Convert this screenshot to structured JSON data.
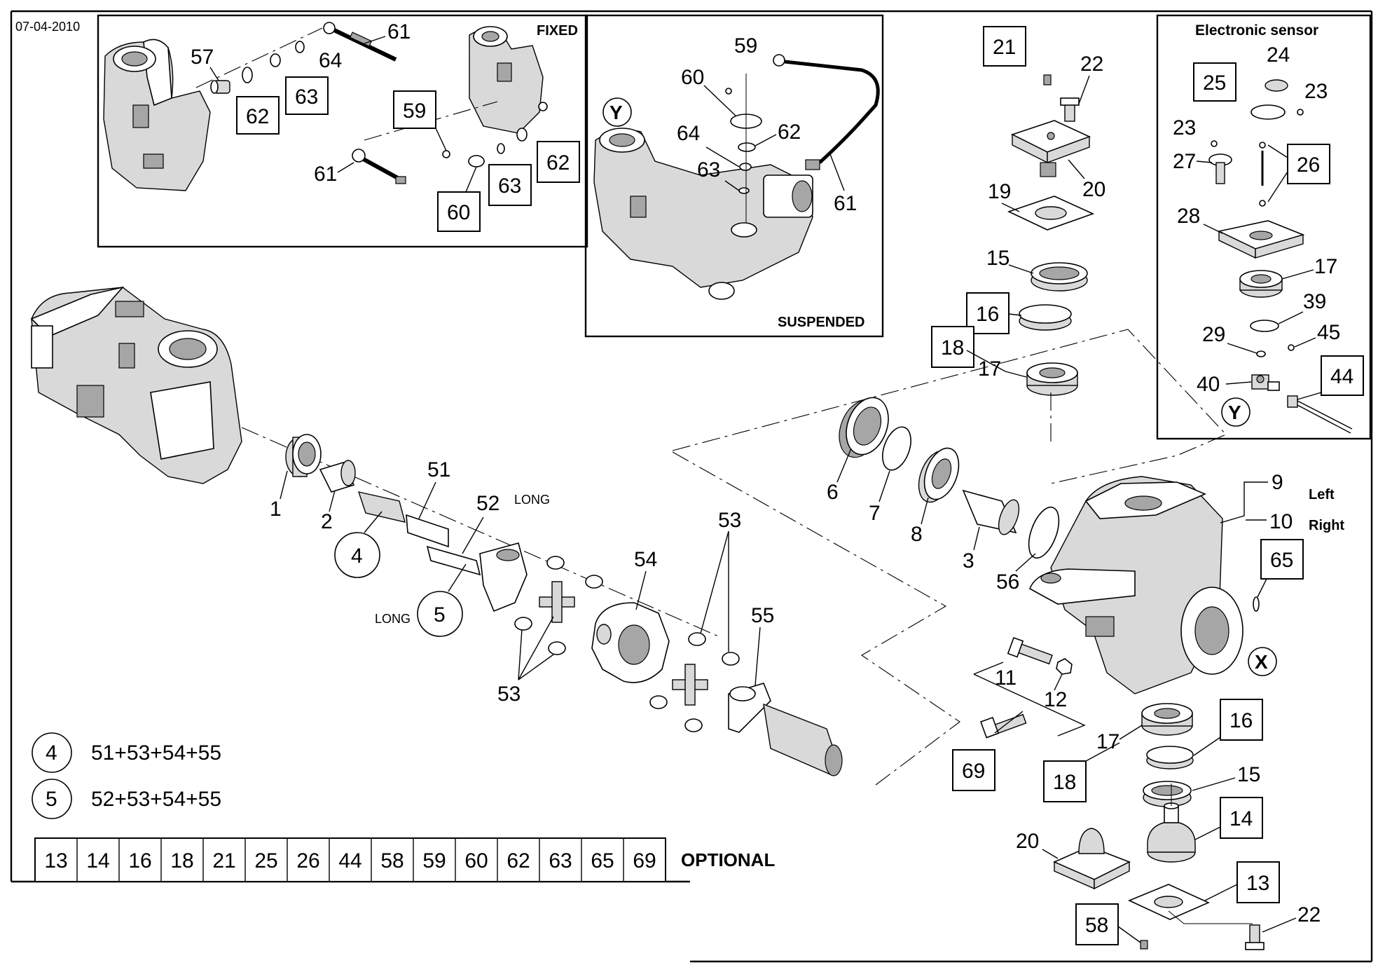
{
  "date": "07-04-2010",
  "panels": {
    "fixed": "FIXED",
    "suspended": "SUSPENDED",
    "electronic_sensor": "Electronic sensor"
  },
  "side": {
    "left": "Left",
    "right": "Right"
  },
  "long": "LONG",
  "view_markers": {
    "x": "X",
    "y": "Y"
  },
  "kits": [
    {
      "id": "4",
      "composition": "51+53+54+55"
    },
    {
      "id": "5",
      "composition": "52+53+54+55"
    }
  ],
  "optional_label": "OPTIONAL",
  "optional_parts": [
    "13",
    "14",
    "16",
    "18",
    "21",
    "25",
    "26",
    "44",
    "58",
    "59",
    "60",
    "62",
    "63",
    "65",
    "69"
  ],
  "callouts": {
    "c57": "57",
    "c61a": "61",
    "c64a": "64",
    "c63a": "63",
    "c62a": "62",
    "c59a": "59",
    "c61b": "61",
    "c60a": "60",
    "c63b": "63",
    "c62b": "62",
    "c59b": "59",
    "c60b": "60",
    "c64b": "64",
    "c62c": "62",
    "c63c": "63",
    "c61c": "61",
    "c21a": "21",
    "c22a": "22",
    "c20a": "20",
    "c19": "19",
    "c15a": "15",
    "c16a": "16",
    "c18a": "18",
    "c17a": "17",
    "c24": "24",
    "c25": "25",
    "c23a": "23",
    "c23b": "23",
    "c27": "27",
    "c26": "26",
    "c28": "28",
    "c17b": "17",
    "c39": "39",
    "c29": "29",
    "c45": "45",
    "c40": "40",
    "c44": "44",
    "c1": "1",
    "c2": "2",
    "c4": "4",
    "c51": "51",
    "c52": "52",
    "c5": "5",
    "c53a": "53",
    "c53b": "53",
    "c54": "54",
    "c55": "55",
    "c6": "6",
    "c7": "7",
    "c8": "8",
    "c3": "3",
    "c56": "56",
    "c9": "9",
    "c10": "10",
    "c65": "65",
    "c11": "11",
    "c12": "12",
    "c69": "69",
    "c17c": "17",
    "c16b": "16",
    "c18b": "18",
    "c15b": "15",
    "c14": "14",
    "c20b": "20",
    "c13": "13",
    "c58": "58",
    "c22b": "22"
  }
}
